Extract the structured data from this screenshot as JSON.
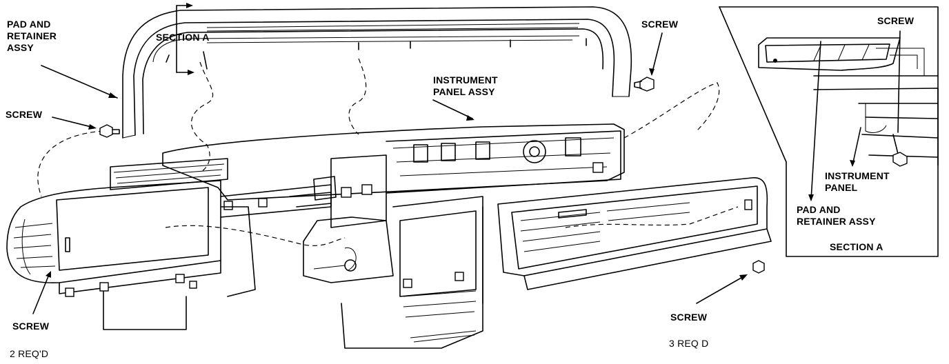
{
  "labels": {
    "pad_retainer_main": "PAD AND\nRETAINER\nASSY",
    "section_a_marker": "SECTION A",
    "screw_top_right": "SCREW",
    "instrument_panel_assy": "INSTRUMENT\nPANEL ASSY",
    "screw_left": "SCREW",
    "screw_bottom_left": "SCREW",
    "req_left": "2 REQ'D",
    "screw_bottom_right": "SCREW",
    "req_right": "3 REQ D",
    "inset_screw": "SCREW",
    "inset_instrument_panel": "INSTRUMENT\nPANEL",
    "inset_pad_retainer": "PAD AND\nRETAINER ASSY",
    "inset_section_title": "SECTION A"
  },
  "colors": {
    "ink": "#000000",
    "paper": "#ffffff"
  }
}
